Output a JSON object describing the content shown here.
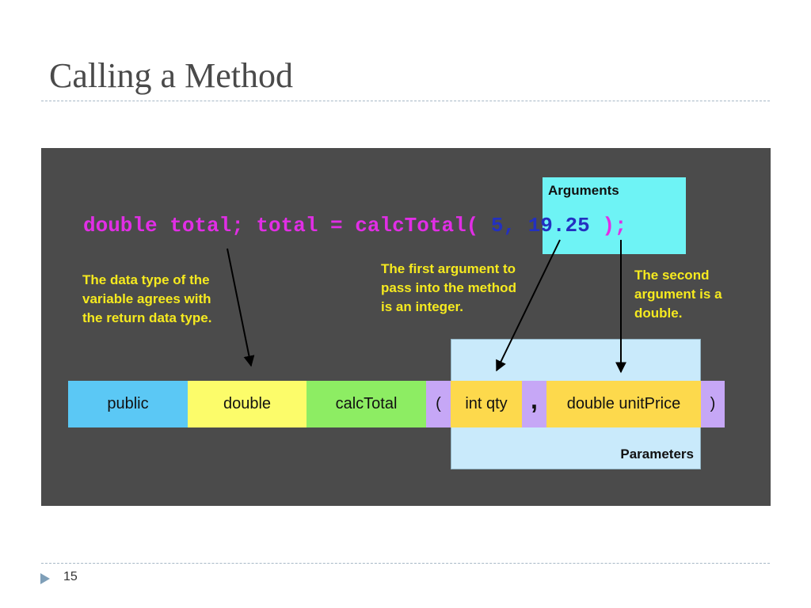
{
  "slide": {
    "title": "Calling a Method",
    "page_number": "15"
  },
  "code_line": {
    "prefix": "double total; total = calcTotal(",
    "arguments": " 5, 19.25 ",
    "suffix": ");"
  },
  "labels": {
    "arguments": "Arguments",
    "parameters": "Parameters"
  },
  "notes": {
    "data_type": "The data type of the variable agrees with the return data type.",
    "first_argument": "The first argument to pass into the method is an integer.",
    "second_argument": "The second argument is a double."
  },
  "signature": {
    "modifier": "public",
    "return_type": "double",
    "method_name": "calcTotal",
    "open_paren": "(",
    "param1": "int qty",
    "comma": ",",
    "param2": "double unitPrice",
    "close_paren": ")"
  },
  "colors": {
    "panel": "#4b4b4b",
    "code_text": "#e12ee5",
    "argument_text": "#2330c0",
    "note_text": "#f6ea1f",
    "arguments_box": "#6ef3f5",
    "parameters_box": "#c9eafb",
    "modifier_cell": "#5bc8f5",
    "return_type_cell": "#fcfc6a",
    "method_name_cell": "#8ded63",
    "paren_cell": "#c6a7f6",
    "param_cell": "#fdd94c"
  }
}
